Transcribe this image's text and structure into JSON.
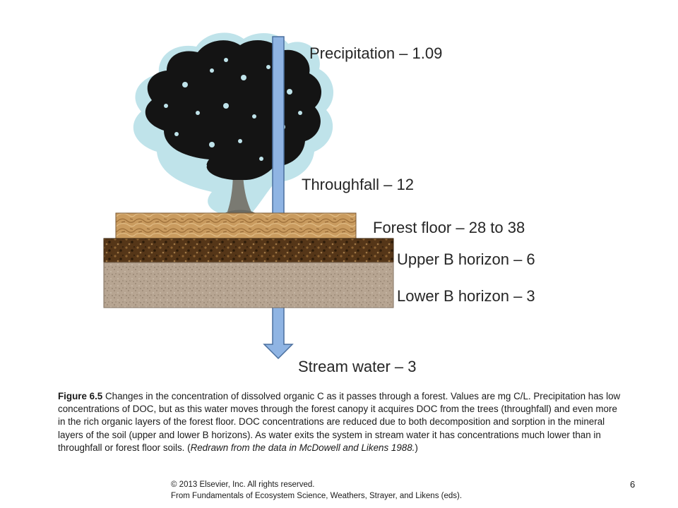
{
  "flow_labels": {
    "precipitation": "Precipitation – 1.09",
    "throughfall": "Throughfall – 12",
    "forest_floor": "Forest floor – 28 to 38",
    "upper_b": "Upper B horizon – 6",
    "lower_b": "Lower B horizon – 3",
    "stream": "Stream water – 3"
  },
  "caption": {
    "figure_number": "Figure 6.5",
    "body": " Changes in the concentration of dissolved organic C as it passes through a forest. Values are mg C/L. Precipitation has low concentrations of DOC, but as this water moves through the forest canopy it acquires DOC from the trees (throughfall) and even more in the rich organic layers of the forest floor. DOC concentrations are reduced due to both decomposition and sorption in the mineral layers of the soil (upper and lower B horizons). As water exits the system in stream water it has concentrations much lower than in throughfall or forest floor soils. (",
    "credit": "Redrawn from the data in McDowell and Likens 1988.",
    "end": ")"
  },
  "footer": {
    "copyright_line1": "© 2013 Elsevier, Inc. All rights reserved.",
    "copyright_line2": "From Fundamentals of Ecosystem Science, Weathers, Strayer, and Likens (eds).",
    "page_number": "6"
  },
  "colors": {
    "arrow_fill": "#8fb4e3",
    "arrow_stroke": "#4a6f9e",
    "canopy": "#141414",
    "canopy_halo": "#bfe3ea",
    "trunk": "#7a7a72",
    "forest_floor": "#c79a5e",
    "upper_b": "#5a3a1c",
    "lower_b": "#b8a693"
  }
}
